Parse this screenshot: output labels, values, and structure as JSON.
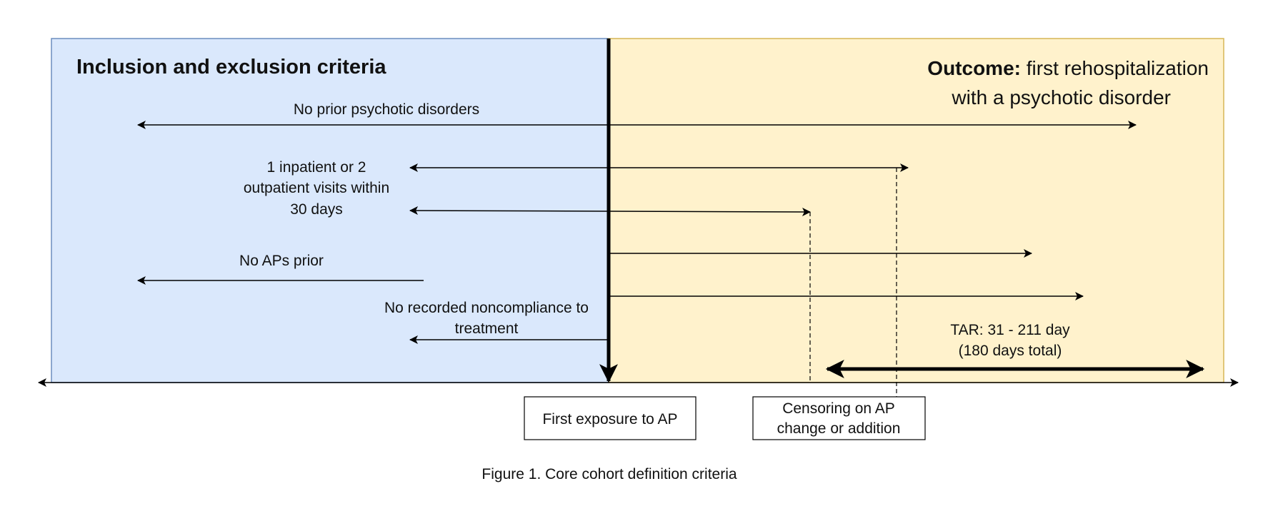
{
  "colors": {
    "left_panel_fill": "#dae8fc",
    "left_panel_stroke": "#6c8ebf",
    "right_panel_fill": "#fff2cc",
    "right_panel_stroke": "#d6b656",
    "line": "#000000"
  },
  "left_panel": {
    "title": "Inclusion and exclusion criteria"
  },
  "right_panel": {
    "title_bold": "Outcome:",
    "title_line1_rest": " first rehospitalization",
    "title_line2": "with a psychotic disorder"
  },
  "criteria": {
    "no_prior_psychotic": "No prior psychotic disorders",
    "visits_line1": "1 inpatient or 2",
    "visits_line2": "outpatient visits within",
    "visits_line3": "30 days",
    "no_aps_prior": "No APs prior",
    "noncompliance_line1": "No recorded noncompliance to",
    "noncompliance_line2": "treatment"
  },
  "tar": {
    "line1": "TAR: 31 - 211 day",
    "line2": "(180 days total)"
  },
  "boxes": {
    "first_exposure": "First exposure to AP",
    "censoring_line1": "Censoring on AP",
    "censoring_line2": "change or addition"
  },
  "caption": "Figure 1. Core cohort definition criteria"
}
